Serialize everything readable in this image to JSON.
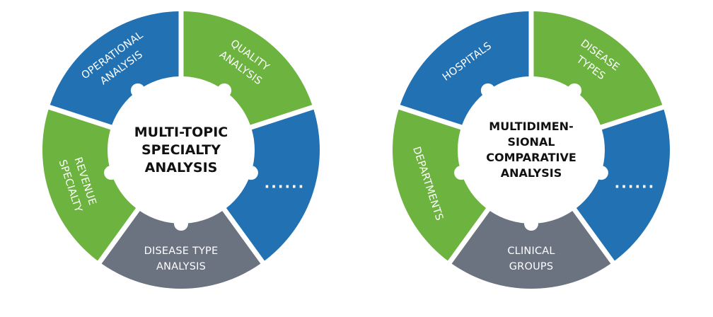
{
  "colors": {
    "blue": "#2271b3",
    "green": "#6db33f",
    "gray": "#6b7280",
    "center": "#ffffff",
    "text": "#ffffff",
    "centerText": "#111111"
  },
  "diagrams": [
    {
      "center_lines": [
        "MULTI-TOPIC",
        "SPECIALTY",
        "ANALYSIS"
      ],
      "segments": [
        {
          "lines": [
            "OPERATIONAL",
            "ANALYSIS"
          ],
          "color": "blue"
        },
        {
          "lines": [
            "QUALITY",
            "ANALYSIS"
          ],
          "color": "green"
        },
        {
          "lines": [
            "......"
          ],
          "color": "blue"
        },
        {
          "lines": [
            "DISEASE TYPE",
            "ANALYSIS"
          ],
          "color": "gray"
        },
        {
          "lines": [
            "REVENUE",
            "SPECIALTY"
          ],
          "color": "green"
        }
      ]
    },
    {
      "center_lines": [
        "MULTIDIMEN-",
        "SIONAL",
        "COMPARATIVE",
        "ANALYSIS"
      ],
      "segments": [
        {
          "lines": [
            "HOSPITALS"
          ],
          "color": "blue"
        },
        {
          "lines": [
            "DISEASE",
            "TYPES"
          ],
          "color": "green"
        },
        {
          "lines": [
            "......"
          ],
          "color": "blue"
        },
        {
          "lines": [
            "CLINICAL",
            "GROUPS"
          ],
          "color": "gray"
        },
        {
          "lines": [
            "DEPARTMENTS"
          ],
          "color": "green"
        }
      ]
    }
  ]
}
